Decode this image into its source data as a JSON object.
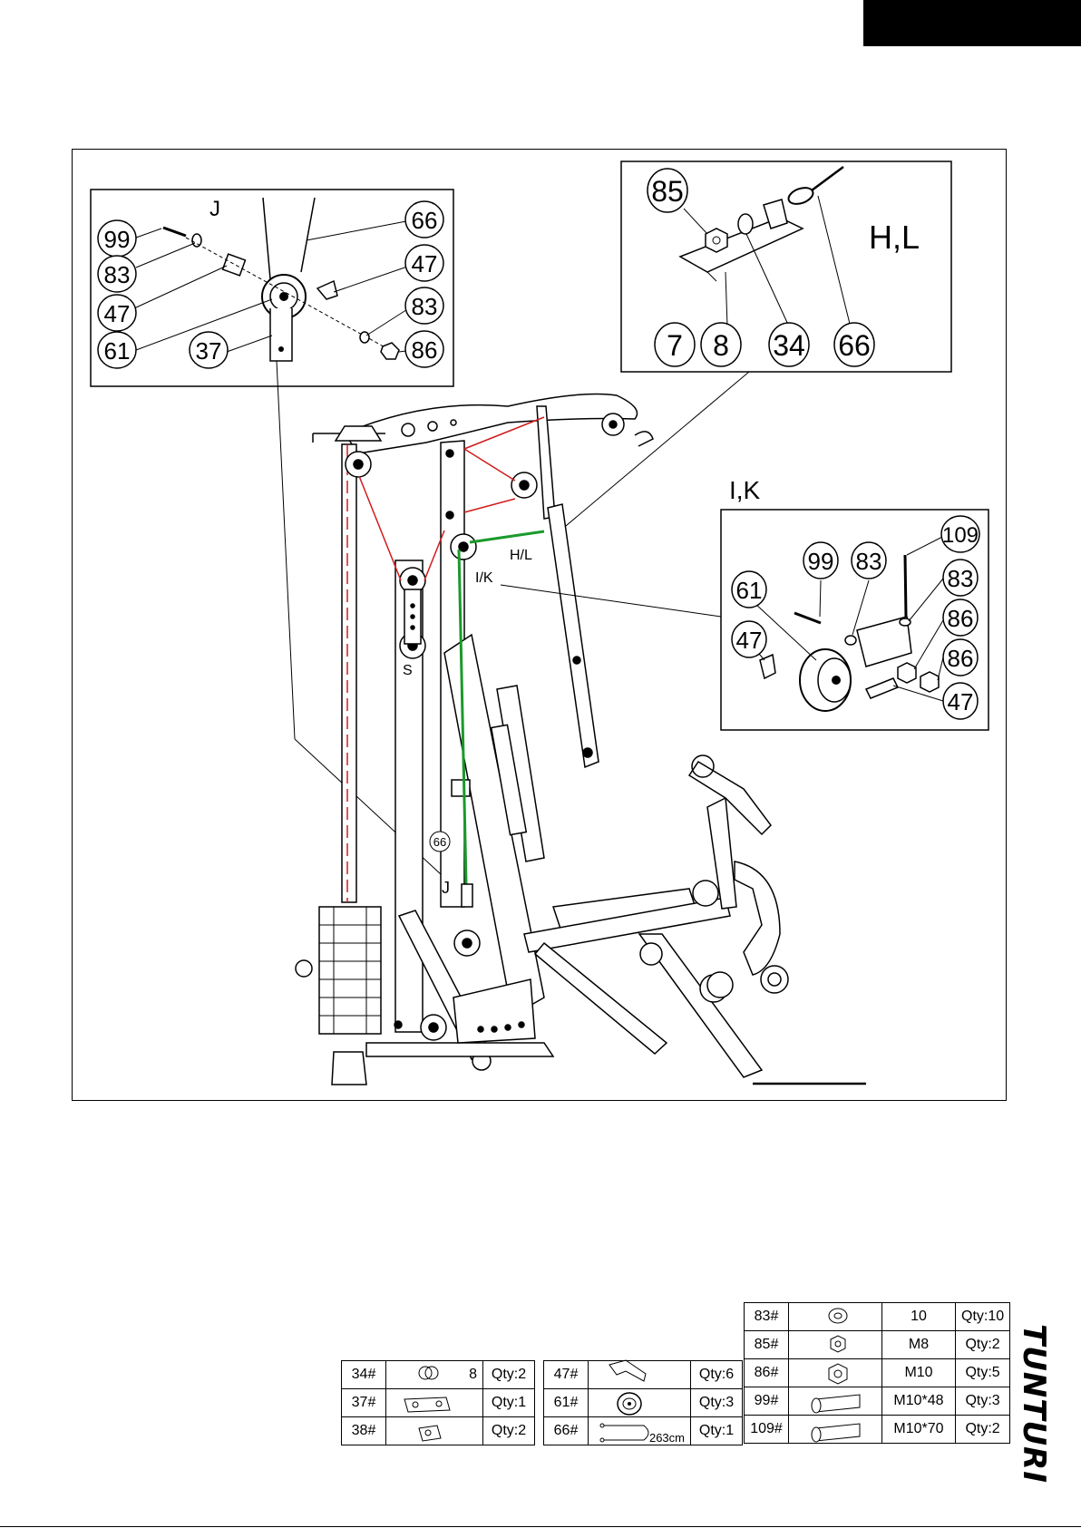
{
  "detail_j": {
    "view_label": "J",
    "callouts": [
      "99",
      "83",
      "47",
      "61",
      "37",
      "66",
      "47",
      "83",
      "86"
    ]
  },
  "detail_hl": {
    "view_label": "H,L",
    "callouts": [
      "85",
      "7",
      "8",
      "34",
      "66"
    ]
  },
  "detail_ik": {
    "view_label": "I,K",
    "callouts": [
      "61",
      "99",
      "83",
      "109",
      "83",
      "86",
      "86",
      "47",
      "47"
    ]
  },
  "main_labels": {
    "hl": "H/L",
    "ik": "I/K",
    "s": "S",
    "cable_callout": "66",
    "j": "J"
  },
  "parts_table_1": [
    {
      "id": "34#",
      "spec": "8",
      "qty": "Qty:2"
    },
    {
      "id": "37#",
      "spec": "",
      "qty": "Qty:1"
    },
    {
      "id": "38#",
      "spec": "",
      "qty": "Qty:2"
    }
  ],
  "parts_table_2": [
    {
      "id": "47#",
      "spec": "",
      "qty": "Qty:6"
    },
    {
      "id": "61#",
      "spec": "",
      "qty": "Qty:3"
    },
    {
      "id": "66#",
      "spec": "263cm",
      "qty": "Qty:1"
    }
  ],
  "parts_table_3": [
    {
      "id": "83#",
      "spec": "10",
      "qty": "Qty:10"
    },
    {
      "id": "85#",
      "spec": "M8",
      "qty": "Qty:2"
    },
    {
      "id": "86#",
      "spec": "M10",
      "qty": "Qty:5"
    },
    {
      "id": "99#",
      "spec": "M10*48",
      "qty": "Qty:3"
    },
    {
      "id": "109#",
      "spec": "M10*70",
      "qty": "Qty:2"
    }
  ],
  "brand": "TUNTURI",
  "colors": {
    "cable_red": "#d11c1c",
    "cable_green": "#1a9a2a"
  }
}
